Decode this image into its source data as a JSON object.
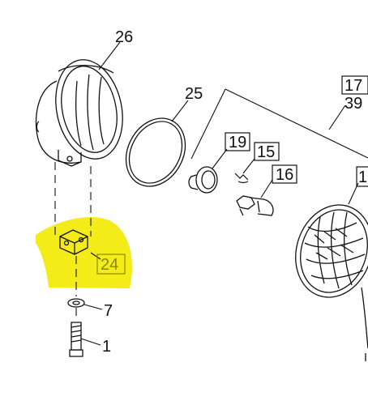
{
  "diagram": {
    "callouts": [
      {
        "id": "26",
        "text": "26",
        "boxed": false
      },
      {
        "id": "25",
        "text": "25",
        "boxed": false
      },
      {
        "id": "17",
        "text": "17",
        "boxed": true
      },
      {
        "id": "39",
        "text": "39",
        "boxed": false
      },
      {
        "id": "19",
        "text": "19",
        "boxed": true
      },
      {
        "id": "15",
        "text": "15",
        "boxed": true
      },
      {
        "id": "16",
        "text": "16",
        "boxed": true
      },
      {
        "id": "1r",
        "text": "1",
        "boxed": true
      },
      {
        "id": "24",
        "text": "24",
        "boxed": true,
        "highlighted": true
      },
      {
        "id": "7",
        "text": "7",
        "boxed": false
      },
      {
        "id": "1",
        "text": "1",
        "boxed": false
      }
    ],
    "colors": {
      "highlight": "#f3ec18",
      "highlight_label": "#8a8a00",
      "line": "#111111",
      "background": "#ffffff"
    }
  }
}
